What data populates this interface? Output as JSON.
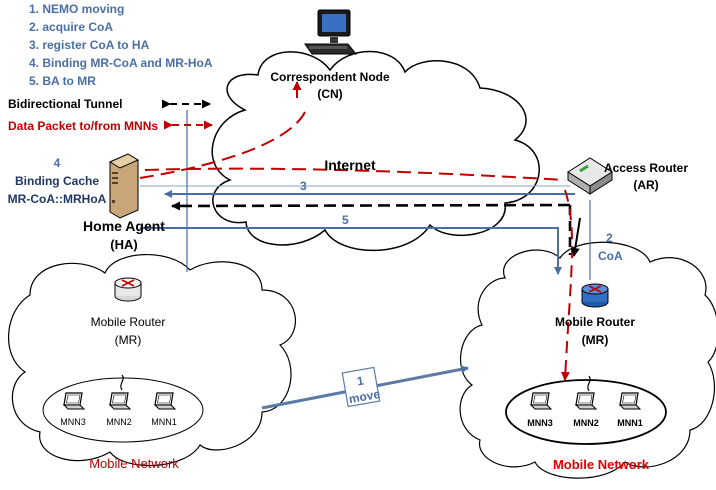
{
  "steps": [
    "1. NEMO moving",
    "2. acquire CoA",
    "3. register CoA to HA",
    "4. Binding MR-CoA and MR-HoA",
    "5. BA to MR"
  ],
  "legend": {
    "tunnel": "Bidirectional Tunnel",
    "data": "Data Packet to/from MNNs"
  },
  "cn": {
    "line1": "Correspondent Node",
    "line2": "(CN)"
  },
  "internet": "Internet",
  "ar": {
    "line1": "Access Router",
    "line2": "(AR)"
  },
  "ha": {
    "cache_num": "4",
    "cache_label": "Binding Cache",
    "cache_value": "MR-CoA::MRHoA",
    "line1": "Home Agent",
    "line2": "(HA)"
  },
  "arrows": {
    "n3": "3",
    "n5": "5",
    "n2": "2",
    "coa": "CoA",
    "move_num": "1",
    "move": "move"
  },
  "left_net": {
    "mr_line1": "Mobile Router",
    "mr_line2": "(MR)",
    "mnns": [
      "MNN3",
      "MNN2",
      "MNN1"
    ],
    "label": "Mobile Network"
  },
  "right_net": {
    "mr_line1": "Mobile Router",
    "mr_line2": "(MR)",
    "mnns": [
      "MNN3",
      "MNN2",
      "MNN1"
    ],
    "label": "Mobile Network"
  },
  "colors": {
    "blue": "#4a6fa5",
    "steel": "#5b7ba5",
    "red": "#c00000",
    "navy": "#1f3864"
  }
}
